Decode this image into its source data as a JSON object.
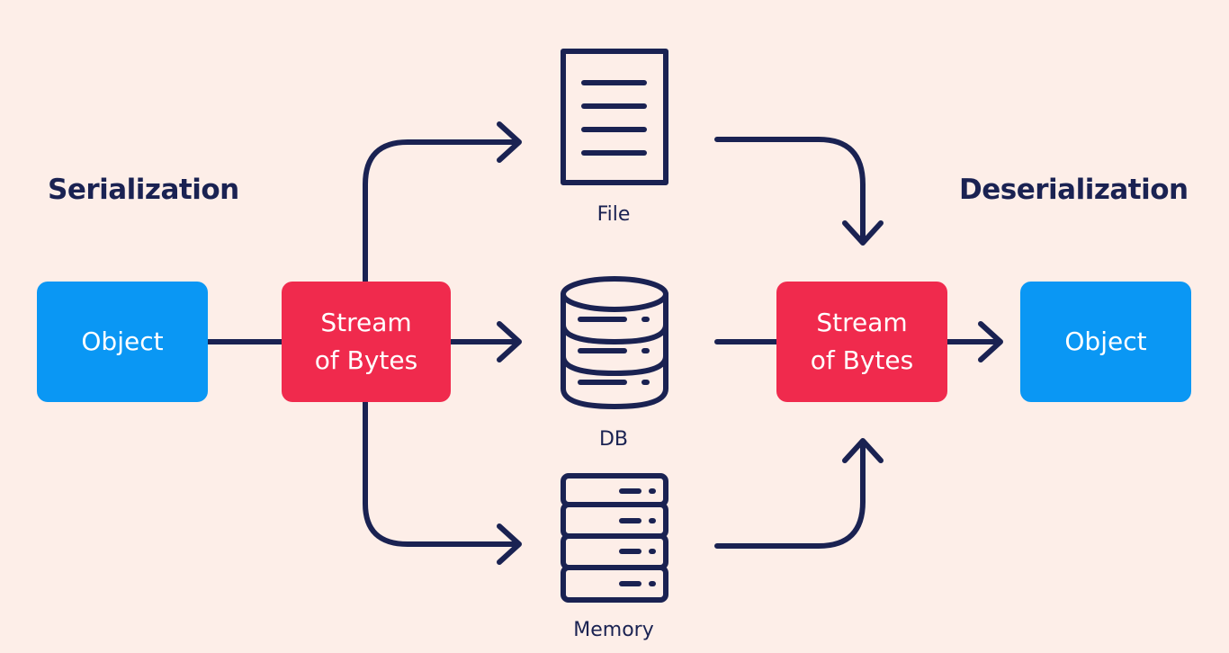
{
  "headings": {
    "serialization": "Serialization",
    "deserialization": "Deserialization"
  },
  "boxes": {
    "object_left": "Object",
    "stream_left": "Stream\nof Bytes",
    "stream_right": "Stream\nof Bytes",
    "object_right": "Object"
  },
  "storage": {
    "file": "File",
    "db": "DB",
    "memory": "Memory"
  },
  "icons": {
    "file": "file-document-icon",
    "db": "database-icon",
    "memory": "server-rack-icon"
  },
  "colors": {
    "background": "#fdeee8",
    "object": "#0a97f4",
    "stream": "#f02a4d",
    "lines": "#1a2252"
  }
}
